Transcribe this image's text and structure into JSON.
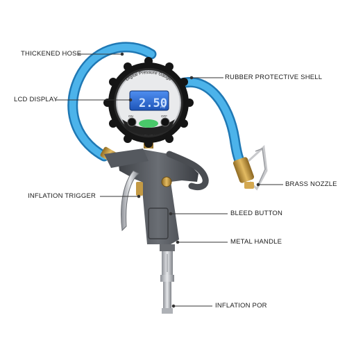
{
  "diagram": {
    "labels": {
      "hose": "THICKENED HOSE",
      "shell": "RUBBER PROTECTIVE SHELL",
      "lcd": "LCD DISPLAY",
      "nozzle": "BRASS NOZZLE",
      "trigger": "INFLATION TRIGGER",
      "bleed": "BLEED BUTTON",
      "handle": "METAL HANDLE",
      "port": "INFLATION POR"
    },
    "gauge": {
      "brand_text": "Digital Pressure Gauge",
      "reading": "2.50",
      "unit": "PSI",
      "button_left": "ON",
      "button_right": "OFF"
    }
  },
  "colors": {
    "hose": "#3aa3df",
    "hose_dark": "#1f78b4",
    "body": "#4a4d52",
    "body_light": "#6b6f75",
    "brass": "#c99a3f",
    "lcd": "#2f6fd6",
    "rubber": "#1b1b1b",
    "leader": "#333333"
  }
}
